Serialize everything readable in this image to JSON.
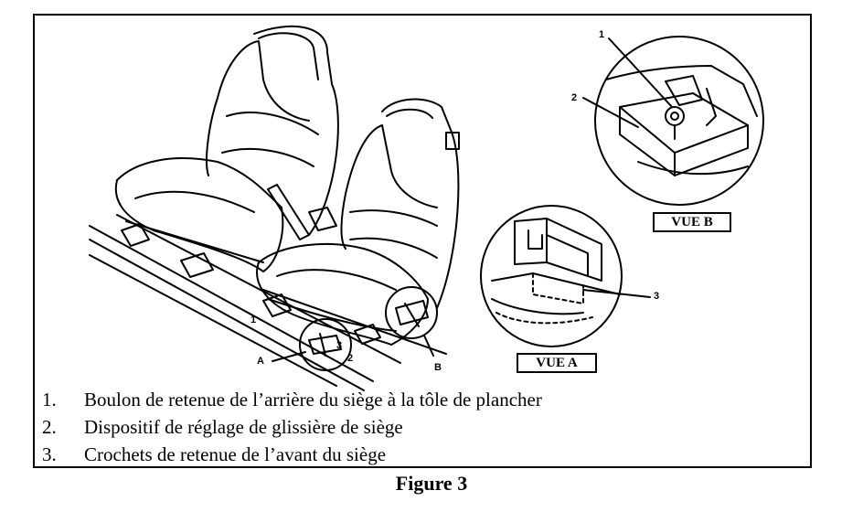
{
  "callouts": {
    "view_a_marker": "A",
    "view_b_marker": "B",
    "detail_b_1": "1",
    "detail_b_2": "2",
    "detail_a_3": "3",
    "seat_1": "1",
    "seat_2": "2",
    "seat_3": "3"
  },
  "views": {
    "view_a": "VUE A",
    "view_b": "VUE B"
  },
  "legend": [
    {
      "num": "1.",
      "text": "Boulon de retenue de l’arrière du siège à la tôle de plancher"
    },
    {
      "num": "2.",
      "text": "Dispositif de réglage de glissière de siège"
    },
    {
      "num": "3.",
      "text": "Crochets de retenue de l’avant du siège"
    }
  ],
  "caption": "Figure 3"
}
